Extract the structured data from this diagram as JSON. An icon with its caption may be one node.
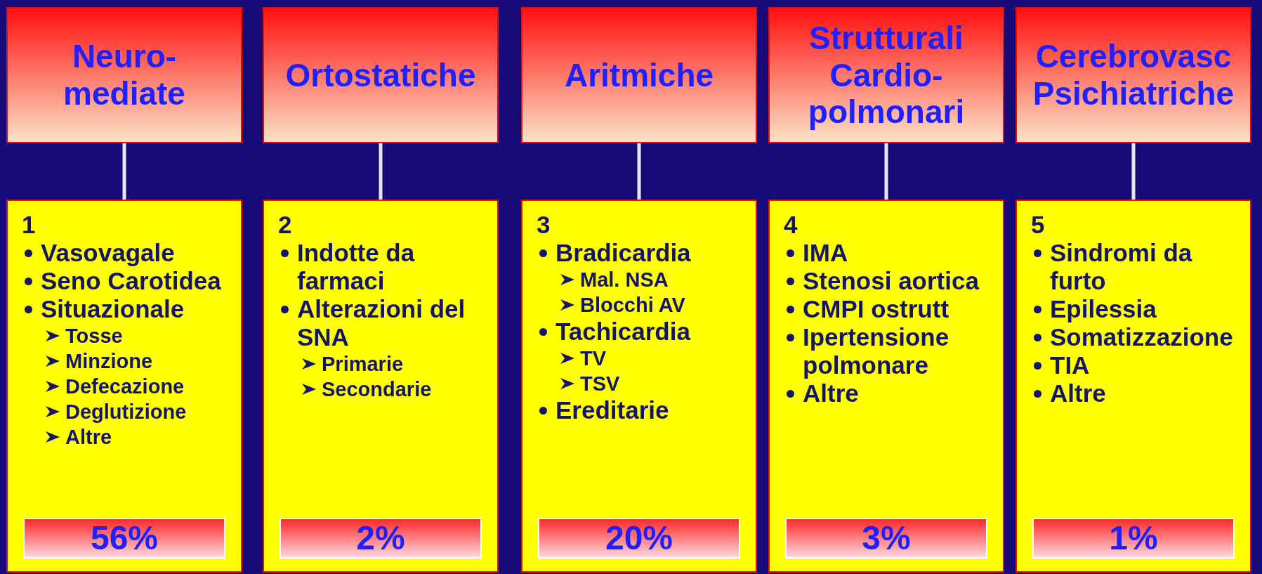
{
  "diagram": {
    "nodes": [
      {
        "text": [
          "Neuro-mediate"
        ]
      },
      {
        "text": [
          "1",
          "Vasovagale",
          "Seno Carotidea",
          "Situazionale",
          "Tosse",
          "Minzione",
          "Defecazione",
          "Deglutizione",
          "Altre"
        ]
      },
      {
        "text": [
          "56%"
        ],
        "in": 1
      },
      {
        "text": [
          "Ortostatiche"
        ]
      },
      {
        "text": [
          "2",
          "Indotte da farmaci",
          "Alterazioni del SNA",
          "Primarie",
          "Secondarie"
        ]
      },
      {
        "text": [
          "2%"
        ],
        "in": 4
      },
      {
        "text": [
          "Aritmiche"
        ]
      },
      {
        "text": [
          "3",
          "Bradicardia",
          "Mal. NSA",
          "Blocchi AV",
          "Tachicardia",
          "TV",
          "TSV",
          "Ereditarie"
        ]
      },
      {
        "text": [
          "20%"
        ],
        "in": 7
      },
      {
        "text": [
          "Strutturali Cardio-polmonari"
        ]
      },
      {
        "text": [
          "4",
          "IMA",
          "Stenosi aortica",
          "CMPI ostrutt",
          "Ipertensione polmonare",
          "Altre"
        ]
      },
      {
        "text": [
          "3%"
        ],
        "in": 10
      },
      {
        "text": [
          "Cerebrovasc Psichiatriche"
        ]
      },
      {
        "text": [
          "5",
          "Sindromi da furto",
          "Epilessia",
          "Somatizzazione",
          "TIA",
          "Altre"
        ]
      },
      {
        "text": [
          "1%"
        ],
        "in": 13
      }
    ],
    "edges": [
      {
        "from": 0,
        "to": 1,
        "arrow": "none"
      },
      {
        "from": 3,
        "to": 4,
        "arrow": "none"
      },
      {
        "from": 6,
        "to": 7,
        "arrow": "none"
      },
      {
        "from": 9,
        "to": 10,
        "arrow": "none"
      },
      {
        "from": 12,
        "to": 13,
        "arrow": "none"
      }
    ]
  }
}
